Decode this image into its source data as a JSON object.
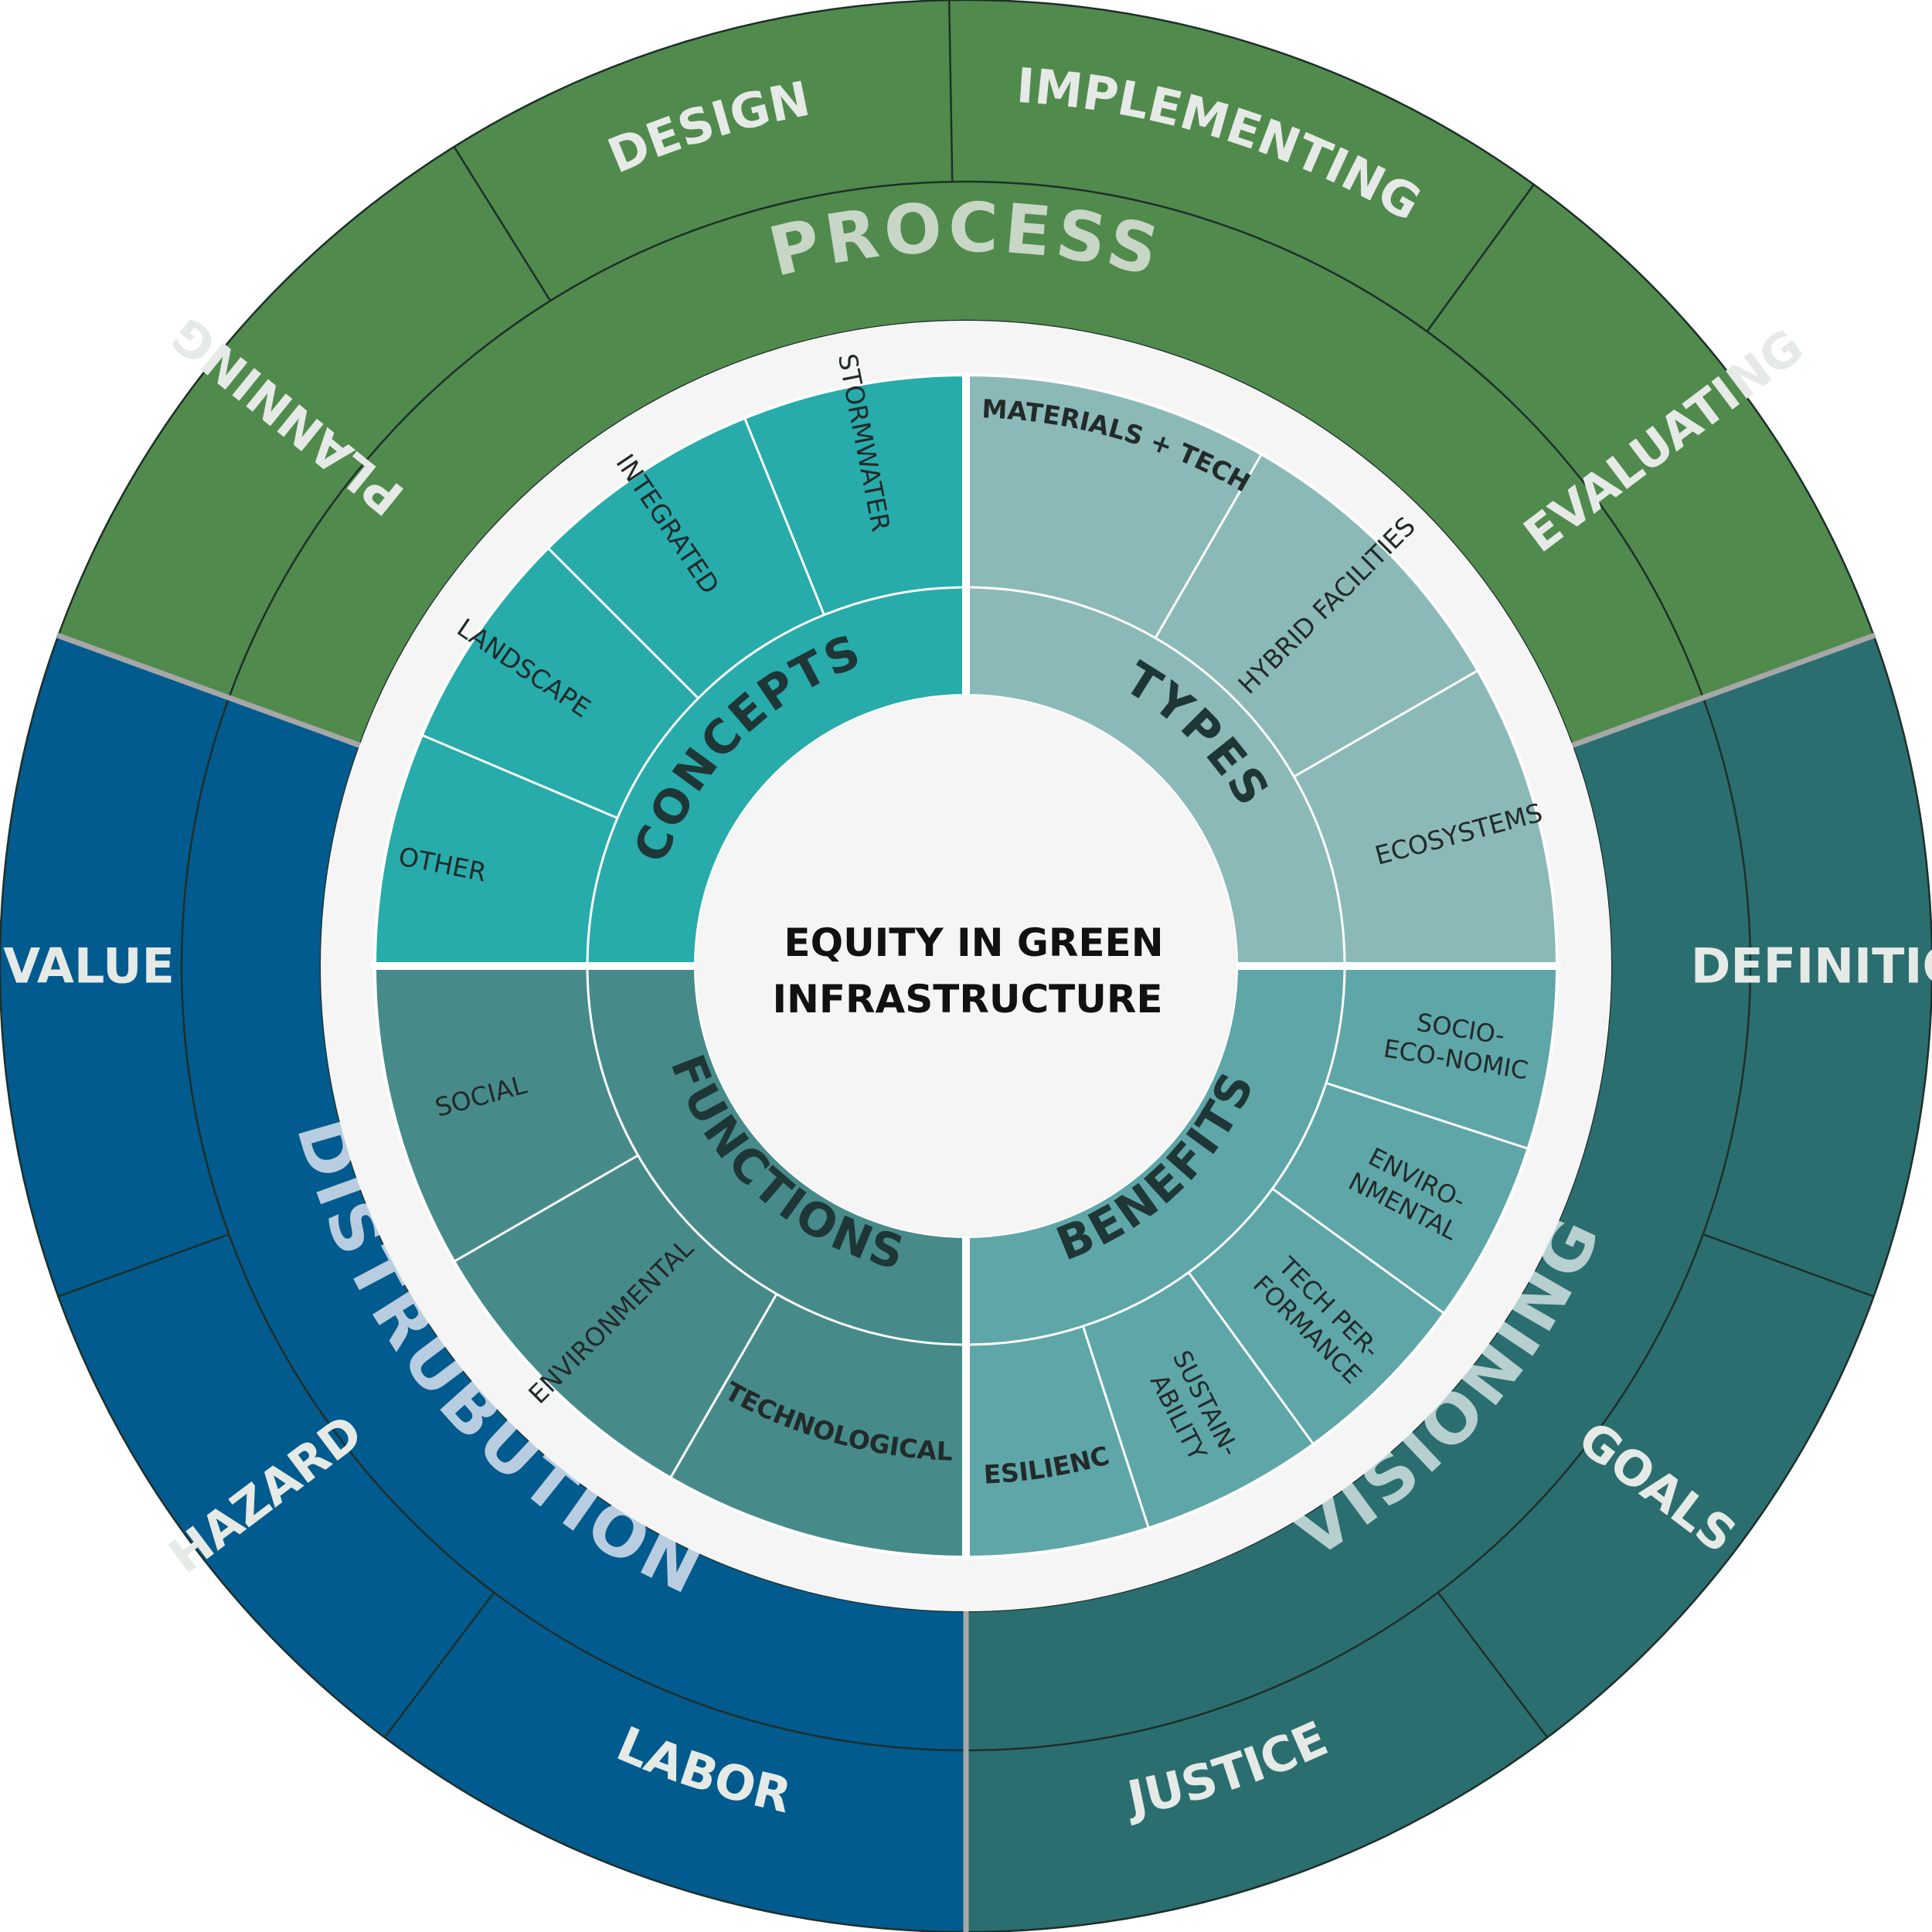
{
  "center": {
    "line1": "EQUITY IN  GREEN",
    "line2": "INFRASTRUCTURE"
  },
  "colors": {
    "process": "#518a4d",
    "distribution": "#025b8e",
    "visioning": "#2b6e6f",
    "concepts": "#27abab",
    "types": "#8bb9b8",
    "functions": "#468b8a",
    "benefits": "#5fa6a8",
    "ring_gap": "#f5f5f5",
    "hub": "#f5f5f5",
    "outer_label": "#e6eae6",
    "inner_label": "#222a2a",
    "divider_grey": "#a7a7a7"
  },
  "outer_groups": [
    {
      "id": "process",
      "name": "PROCESS",
      "items": [
        "PLANNING",
        "DESIGN",
        "IMPLEMENTING",
        "EVALUATING"
      ]
    },
    {
      "id": "visioning",
      "name": "VISIONING",
      "items": [
        "DEFINITION",
        "GOALS",
        "JUSTICE"
      ]
    },
    {
      "id": "distribution",
      "name": "DISTRUBUTION",
      "items": [
        "LABOR",
        "HAZARD",
        "VALUE"
      ]
    }
  ],
  "quadrants": [
    {
      "id": "concepts",
      "name": "CONCEPTS",
      "items": [
        "OTHER",
        "LANDSCAPE",
        "INTEGRATED",
        "STORMWATER"
      ]
    },
    {
      "id": "types",
      "name": "TYPES",
      "items": [
        "MATERIALS + TECH",
        "HYBRID FACILITIES",
        "ECOSYSTEMS"
      ]
    },
    {
      "id": "benefits",
      "name": "BENEFITS",
      "items": [
        [
          "SOCIO-",
          "ECO-NOMIC"
        ],
        [
          "ENVIRO-",
          "NMENTAL"
        ],
        [
          "TECH PER-",
          "FORMANCE"
        ],
        [
          "SUSTAIN-",
          "ABILITY"
        ],
        [
          "RESILIENCE"
        ]
      ]
    },
    {
      "id": "functions",
      "name": "FUNCTIONS",
      "items": [
        "TECHNOLOGICAL",
        "ENVIRONMENTAL",
        "SOCIAL"
      ]
    }
  ]
}
